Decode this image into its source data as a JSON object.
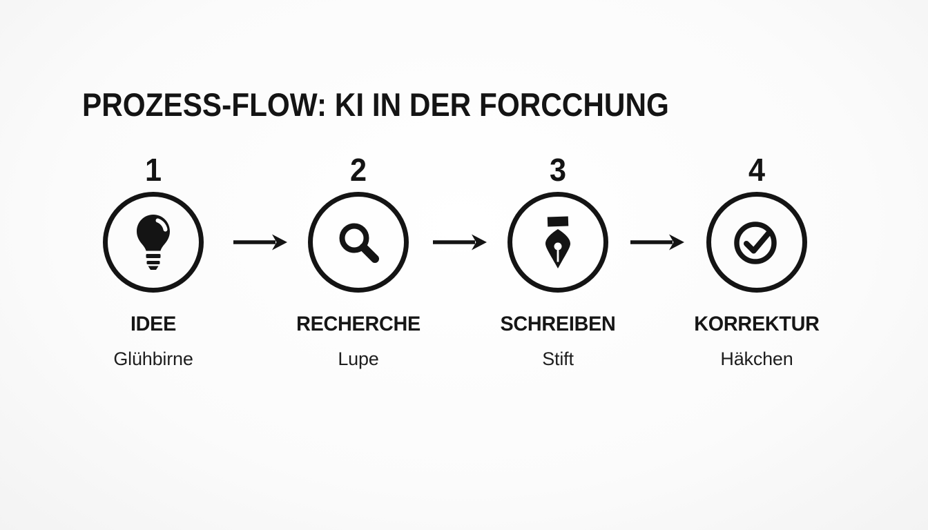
{
  "title": "PROZESS-FLOW: KI IN DER FORCCHUNG",
  "steps": [
    {
      "number": "1",
      "label": "IDEE",
      "sublabel": "Glühbirne",
      "icon": "lightbulb-icon"
    },
    {
      "number": "2",
      "label": "RECHERCHE",
      "sublabel": "Lupe",
      "icon": "magnifier-icon"
    },
    {
      "number": "3",
      "label": "SCHREIBEN",
      "sublabel": "Stift",
      "icon": "pen-nib-icon"
    },
    {
      "number": "4",
      "label": "KORREKTUR",
      "sublabel": "Häkchen",
      "icon": "check-circle-icon"
    }
  ],
  "colors": {
    "ink": "#141414",
    "background": "#fbfbfb"
  }
}
